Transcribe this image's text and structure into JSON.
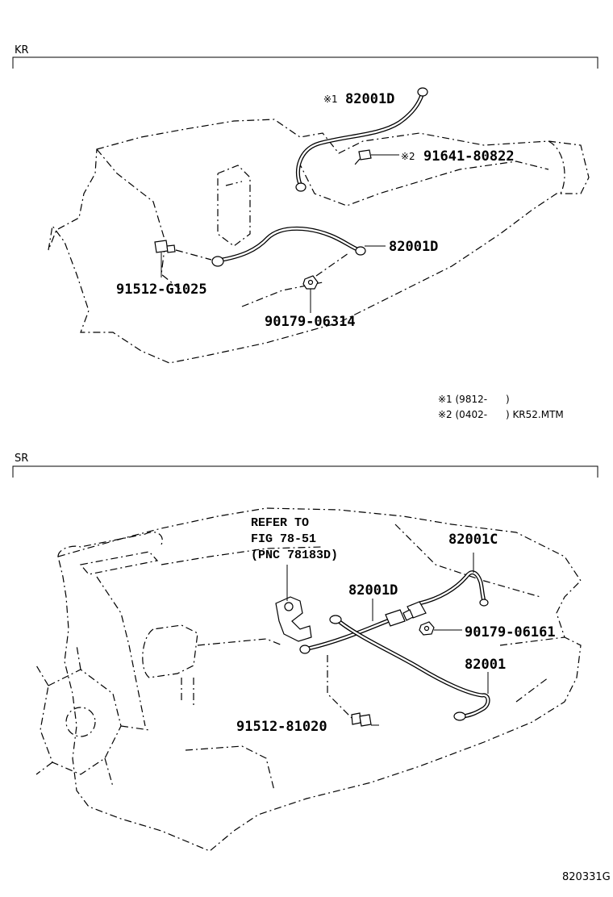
{
  "sections": [
    {
      "name": "KR",
      "labels": {
        "p1": "82001D",
        "p2": "91641-80822",
        "p3": "82001D",
        "p4": "91512-G1025",
        "p5": "90179-06314"
      },
      "marks": {
        "m1": "※1",
        "m2": "※2"
      },
      "notes": {
        "n1": "※1 (9812-      )",
        "n2": "※2 (0402-      ) KR52.MTM"
      }
    },
    {
      "name": "SR",
      "refer": {
        "line1": "REFER TO",
        "line2": "FIG 78-51",
        "line3": "(PNC 78183D)"
      },
      "labels": {
        "p1": "82001C",
        "p2": "82001D",
        "p3": "90179-06161",
        "p4": "82001",
        "p5": "91512-81020"
      }
    }
  ],
  "figure_id": "820331G"
}
